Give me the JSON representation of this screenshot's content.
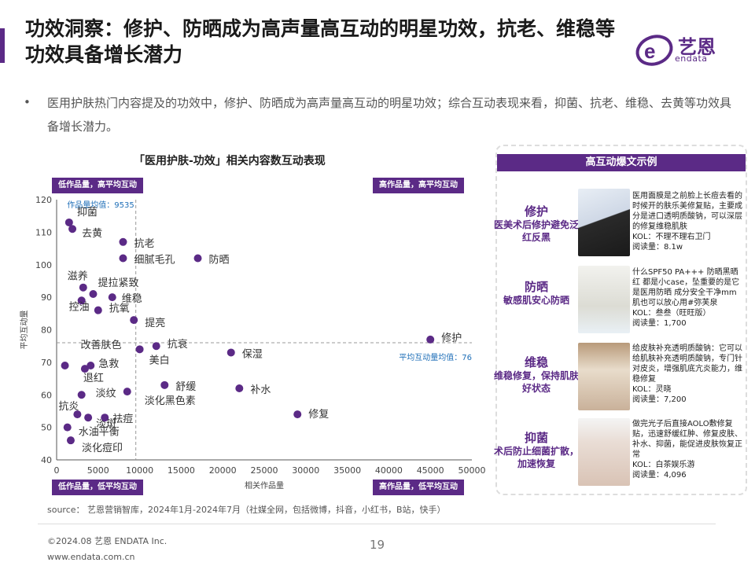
{
  "header": {
    "title": "功效洞察：修护、防晒成为高声量高互动的明星功效，抗老、维稳等功效具备增长潜力",
    "logo_text": "艺恩",
    "logo_sub": "endata"
  },
  "bullet": "医用护肤热门内容提及的功效中，修护、防晒成为高声量高互动的明星功效；综合互动表现来看，抑菌、抗老、维稳、去黄等功效具备增长潜力。",
  "quadrants": {
    "top_left": "低作品量，高平均互动",
    "top_right": "高作品量，高平均互动",
    "bottom_left": "低作品量，低平均互动",
    "bottom_right": "高作品量，低平均互动"
  },
  "chart_data": {
    "type": "scatter",
    "title": "「医用护肤-功效」相关内容数互动表现",
    "xlabel": "相关作品量",
    "ylabel": "平均互动量",
    "xlim": [
      0,
      50000
    ],
    "ylim": [
      40,
      120
    ],
    "x_ticks": [
      0,
      5000,
      10000,
      15000,
      20000,
      25000,
      30000,
      35000,
      40000,
      45000,
      50000
    ],
    "y_ticks": [
      40,
      50,
      60,
      70,
      80,
      90,
      100,
      110,
      120
    ],
    "grid": false,
    "x_mean": {
      "label": "作品量均值：9535",
      "value": 9535
    },
    "y_mean": {
      "label": "平均互动量均值：76",
      "value": 76
    },
    "color": "#5b2a86",
    "points": [
      {
        "name": "抑菌",
        "x": 1500,
        "y": 113
      },
      {
        "name": "去黄",
        "x": 1900,
        "y": 111
      },
      {
        "name": "抗老",
        "x": 8000,
        "y": 107
      },
      {
        "name": "细腻毛孔",
        "x": 8000,
        "y": 102
      },
      {
        "name": "防晒",
        "x": 17000,
        "y": 102
      },
      {
        "name": "滋养",
        "x": 3200,
        "y": 93
      },
      {
        "name": "提拉紧致",
        "x": 4400,
        "y": 91
      },
      {
        "name": "维稳",
        "x": 6700,
        "y": 90
      },
      {
        "name": "控油",
        "x": 3000,
        "y": 89
      },
      {
        "name": "抗氧",
        "x": 5000,
        "y": 86
      },
      {
        "name": "提亮",
        "x": 9300,
        "y": 83
      },
      {
        "name": "修护",
        "x": 45000,
        "y": 77
      },
      {
        "name": "改善肤色",
        "x": 1000,
        "y": 69
      },
      {
        "name": "急救",
        "x": 4100,
        "y": 69
      },
      {
        "name": "退红",
        "x": 3400,
        "y": 68
      },
      {
        "name": "抗衰",
        "x": 12000,
        "y": 75
      },
      {
        "name": "美白",
        "x": 10000,
        "y": 74
      },
      {
        "name": "保湿",
        "x": 21000,
        "y": 73
      },
      {
        "name": "舒缓",
        "x": 13000,
        "y": 63
      },
      {
        "name": "补水",
        "x": 22000,
        "y": 62
      },
      {
        "name": "淡纹",
        "x": 3000,
        "y": 60
      },
      {
        "name": "淡化黑色素",
        "x": 8500,
        "y": 61
      },
      {
        "name": "抗炎",
        "x": 2500,
        "y": 54
      },
      {
        "name": "淡斑",
        "x": 3800,
        "y": 53
      },
      {
        "name": "祛痘",
        "x": 5800,
        "y": 53
      },
      {
        "name": "修复",
        "x": 29000,
        "y": 54
      },
      {
        "name": "水油平衡",
        "x": 1300,
        "y": 50
      },
      {
        "name": "淡化痘印",
        "x": 1700,
        "y": 46
      }
    ]
  },
  "source": "source： 艺恩营销智库，2024年1月-2024年7月（社媒全网，包括微博，抖音，小红书，B站，快手）",
  "footer": {
    "copyright": "©2024.08 艺恩 ENDATA Inc.",
    "website": "www.endata.com.cn",
    "page": "19"
  },
  "panel": {
    "title": "高互动爆文示例",
    "examples": [
      {
        "name": "修护",
        "sub": "医美术后修护避免泛红反黑",
        "text": "医用面膜是之前脸上长痘去看的时候开的肤乐美修复贴，主要成分是进口透明质酸钠，可以深层的修复维稳肌肤",
        "kol": "KOL：不理不理右卫门",
        "reads": "阅读量：8.1w"
      },
      {
        "name": "防晒",
        "sub": "敏感肌安心防晒",
        "text": "什么SPF50 PA+++ 防晒黑晒红 都是小case，坠重要的是它是医用防晒 成分安全干净mm肌也可以放心用#弥芙泉",
        "kol": "KOL：叁叁（旺旺版）",
        "reads": "阅读量：1,700"
      },
      {
        "name": "维稳",
        "sub": "维稳修复，保持肌肤好状态",
        "text": "给皮肤补充透明质酸钠：它可以给肌肤补充透明质酸钠，专门针对皮炎，增强肌底亢炎能力，维稳修复",
        "kol": "KOL：灵晓",
        "reads": "阅读量：7,200"
      },
      {
        "name": "抑菌",
        "sub": "术后防止细菌扩散，加速恢复",
        "text": "做完光子后直接AOLO敷修复贴，迅速舒缓红肿、修复皮肤、补水、抑菌，能促进皮肤恢复正常",
        "kol": "KOL：白茶娱乐游",
        "reads": "阅读量：4,096"
      }
    ]
  }
}
